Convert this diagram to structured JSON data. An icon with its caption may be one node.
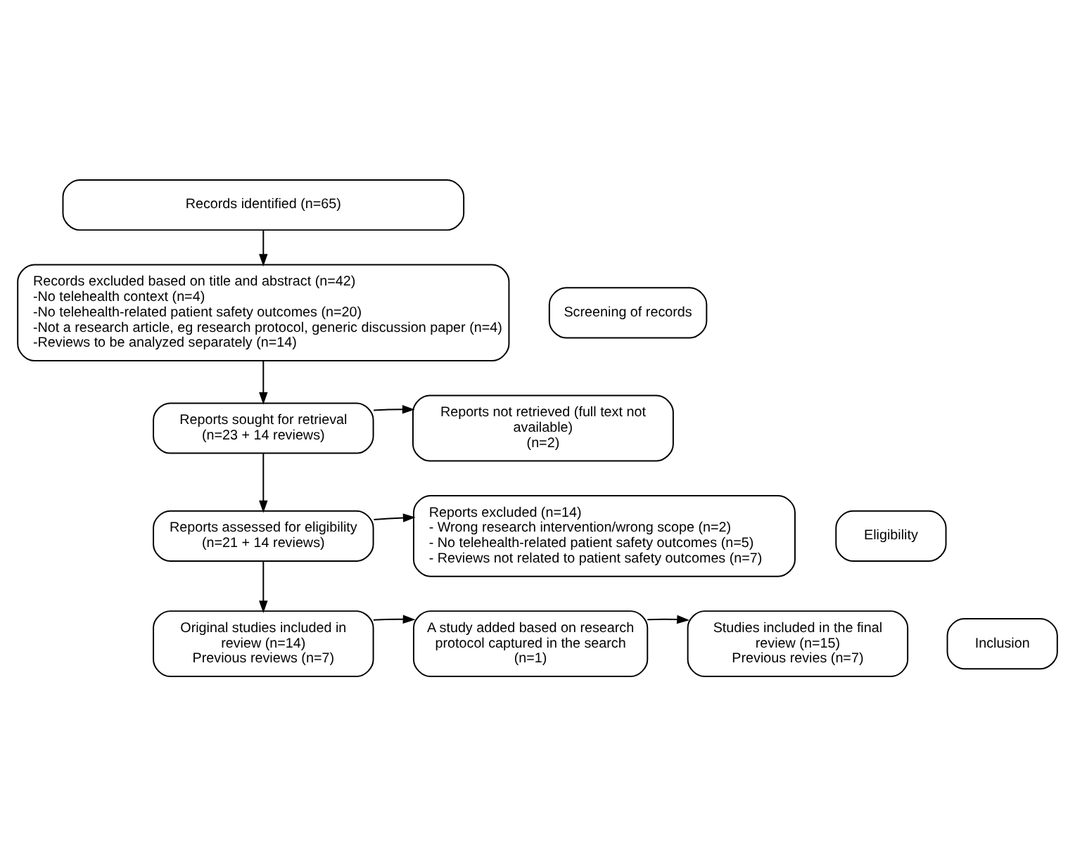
{
  "diagram": {
    "nodes": [
      {
        "text": [
          "Records identified (n=65)"
        ]
      },
      {
        "text": [
          "Screening of records"
        ]
      },
      {
        "text": [
          "Records excluded based on title and abstract (n=42)",
          "-No telehealth context (n=4)",
          "-No telehealth-related patient safety outcomes (n=20)",
          "-Not a research article, eg research protocol, generic discussion paper (n=4)",
          "-Reviews to be analyzed separately (n=14)"
        ]
      },
      {
        "text": [
          "Reports sought for retrieval",
          "(n=23 + 14 reviews)"
        ]
      },
      {
        "text": [
          "Reports not retrieved (full text not available)",
          "(n=2)"
        ]
      },
      {
        "text": [
          "Eligibility"
        ]
      },
      {
        "text": [
          "Reports assessed for eligibility",
          "(n=21 + 14 reviews)"
        ]
      },
      {
        "text": [
          "Reports excluded (n=14)",
          "- Wrong research intervention/wrong scope (n=2)",
          "- No telehealth-related patient safety outcomes (n=5)",
          "- Reviews not related to patient safety outcomes (n=7)"
        ]
      },
      {
        "text": [
          "Inclusion"
        ]
      },
      {
        "text": [
          "Original studies included in review (n=14)",
          "Previous reviews (n=7)"
        ]
      },
      {
        "text": [
          "A study added based on research protocol captured in the search (n=1)"
        ]
      },
      {
        "text": [
          "Studies included in the final review (n=15)",
          "Previous revies (n=7)"
        ]
      }
    ],
    "edges": [
      {
        "from": 0,
        "to": 2,
        "arrow": "to"
      },
      {
        "from": 2,
        "to": 3,
        "arrow": "to"
      },
      {
        "from": 3,
        "to": 4,
        "arrow": "to"
      },
      {
        "from": 3,
        "to": 6,
        "arrow": "to"
      },
      {
        "from": 6,
        "to": 7,
        "arrow": "to"
      },
      {
        "from": 6,
        "to": 9,
        "arrow": "to"
      },
      {
        "from": 9,
        "to": 10,
        "arrow": "to"
      },
      {
        "from": 10,
        "to": 11,
        "arrow": "to"
      }
    ]
  }
}
